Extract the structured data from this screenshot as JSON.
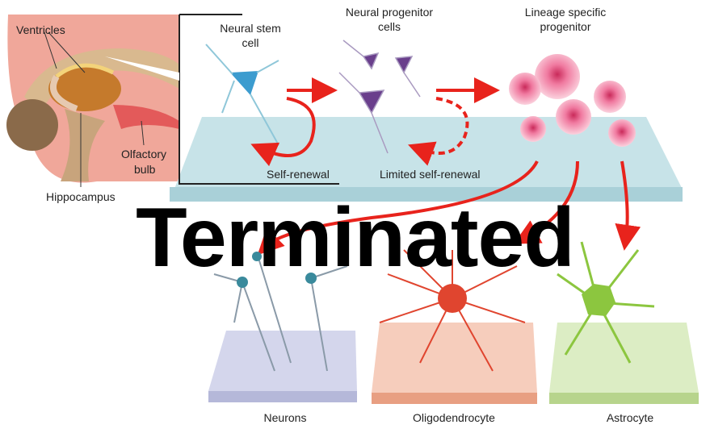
{
  "brain": {
    "ventricles": "Ventricles",
    "hippocampus": "Hippocampus",
    "olfactory_line1": "Olfactory",
    "olfactory_line2": "bulb"
  },
  "stages": {
    "stem_line1": "Neural stem",
    "stem_line2": "cell",
    "progenitor_line1": "Neural progenitor",
    "progenitor_line2": "cells",
    "lineage_line1": "Lineage specific",
    "lineage_line2": "progenitor",
    "self_renewal": "Self-renewal",
    "limited_self_renewal": "Limited self-renewal"
  },
  "outcomes": {
    "neurons": "Neurons",
    "oligodendrocyte": "Oligodendrocyte",
    "astrocyte": "Astrocyte"
  },
  "overlay_text": "Terminated",
  "colors": {
    "arrow": "#e8231c",
    "stem_cell": "#3c9ccf",
    "progenitor": "#6a3f8c",
    "lineage": "#f07aa0",
    "oligodendrocyte": "#e0452f",
    "astrocyte": "#8cc63f",
    "plate": "#bfe0e6"
  }
}
